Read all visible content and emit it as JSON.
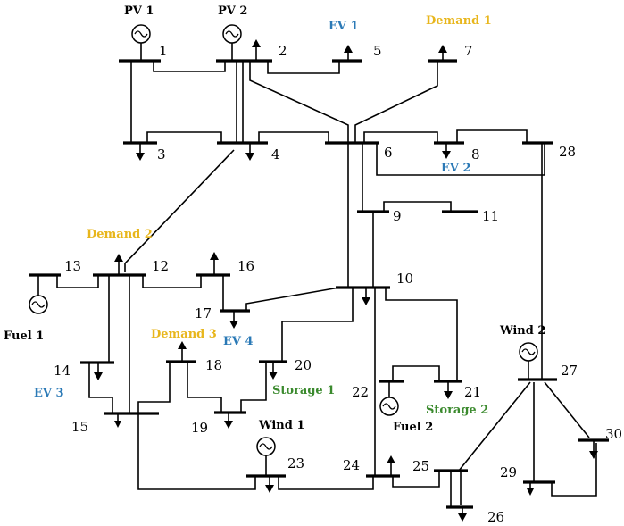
{
  "colors": {
    "line": "#000000",
    "pv_label": "#000000",
    "ev_label": "#2a79b6",
    "demand_label": "#e8b61c",
    "storage_label": "#3b8a2e",
    "fuel_label": "#000000",
    "wind_label": "#000000"
  },
  "icons": {
    "generator": "sine-circle-icon",
    "load": "down-arrow-icon",
    "export": "up-arrow-icon"
  },
  "buses": [
    "1",
    "2",
    "3",
    "4",
    "5",
    "6",
    "7",
    "8",
    "9",
    "10",
    "11",
    "12",
    "13",
    "14",
    "15",
    "16",
    "17",
    "18",
    "19",
    "20",
    "21",
    "22",
    "23",
    "24",
    "25",
    "26",
    "27",
    "28",
    "29",
    "30"
  ],
  "labels": {
    "pv1": "PV 1",
    "pv2": "PV 2",
    "ev1": "EV 1",
    "ev2": "EV 2",
    "ev3": "EV 3",
    "ev4": "EV 4",
    "demand1": "Demand 1",
    "demand2": "Demand 2",
    "demand3": "Demand 3",
    "fuel1": "Fuel 1",
    "fuel2": "Fuel 2",
    "wind1": "Wind 1",
    "wind2": "Wind 2",
    "storage1": "Storage 1",
    "storage2": "Storage 2"
  }
}
